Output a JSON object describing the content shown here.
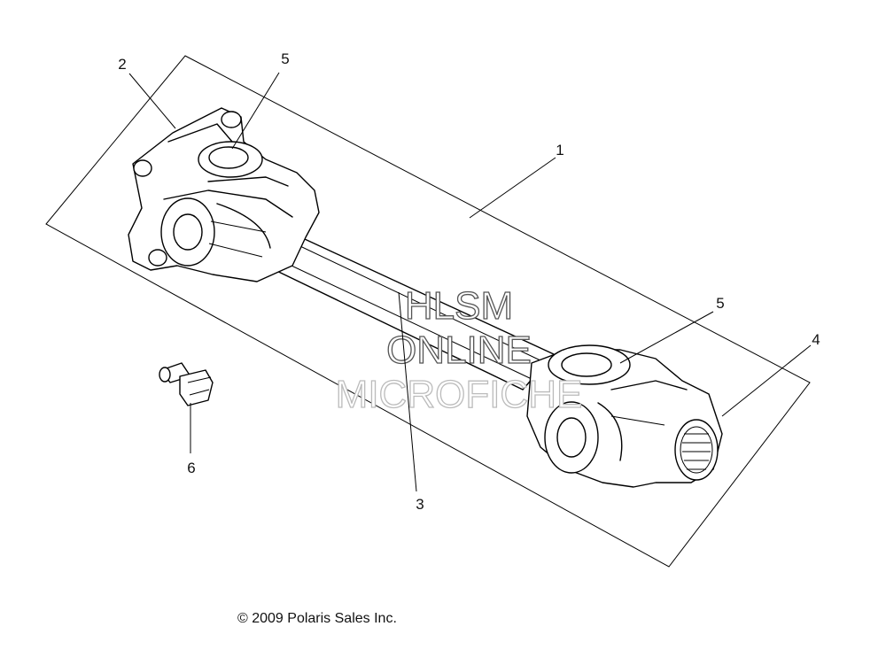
{
  "callouts": {
    "c1": "1",
    "c2": "2",
    "c3": "3",
    "c4": "4",
    "c5a": "5",
    "c5b": "5",
    "c6": "6"
  },
  "watermark": {
    "line1": "HLSM",
    "line2": "ONLINE",
    "line3": "MICROFICHE"
  },
  "copyright": "© 2009 Polaris Sales Inc.",
  "colors": {
    "line": "#000000",
    "background": "#ffffff",
    "watermark_outline": "#555555"
  }
}
